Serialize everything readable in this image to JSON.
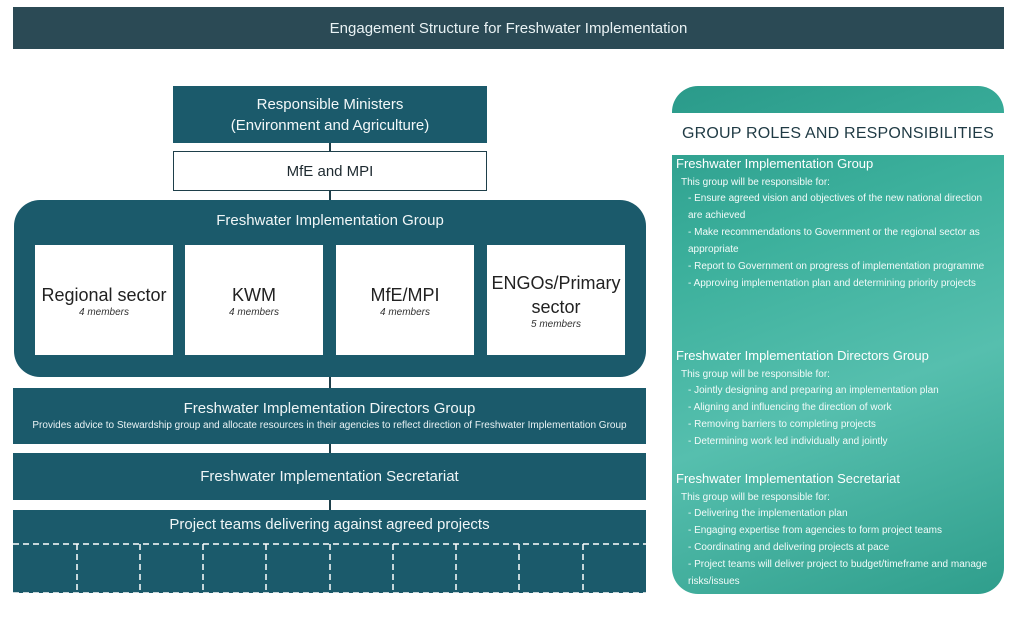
{
  "title": "Engagement Structure for Freshwater Implementation",
  "ministers": {
    "line1": "Responsible Ministers",
    "line2": "(Environment and Agriculture)"
  },
  "mfe_mpi": "MfE and MPI",
  "fig": {
    "title": "Freshwater Implementation Group",
    "members": [
      {
        "name": "Regional sector",
        "count": "4 members"
      },
      {
        "name": "KWM",
        "count": "4 members"
      },
      {
        "name": "MfE/MPI",
        "count": "4 members"
      },
      {
        "name": "ENGOs/Primary sector",
        "count": "5 members"
      }
    ]
  },
  "directors": {
    "title": "Freshwater Implementation Directors Group",
    "description": "Provides advice to Stewardship group and allocate resources in their agencies to reflect direction of Freshwater Implementation Group"
  },
  "secretariat": "Freshwater Implementation Secretariat",
  "projects": {
    "title": "Project teams delivering against agreed projects"
  },
  "roles": {
    "heading": "GROUP ROLES AND RESPONSIBILITIES",
    "sections": [
      {
        "title": "Freshwater Implementation Group",
        "intro": "This group will be responsible for:",
        "items": [
          "Ensure agreed vision and objectives of the new national direction are achieved",
          "Make recommendations to Government or the regional sector as appropriate",
          "Report to Government on progress of implementation programme",
          "Approving implementation plan and determining priority projects"
        ]
      },
      {
        "title": "Freshwater Implementation Directors Group",
        "intro": "This group will be responsible for:",
        "items": [
          "Jointly designing and preparing an implementation plan",
          "Aligning and influencing the direction of work",
          "Removing barriers to completing projects",
          "Determining work led individually and jointly"
        ]
      },
      {
        "title": "Freshwater Implementation Secretariat",
        "intro": "This group will be responsible for:",
        "items": [
          "Delivering the implementation plan",
          "Engaging expertise from agencies to form project teams",
          "Coordinating and delivering projects at pace",
          "Project teams will deliver project to budget/timeframe and manage risks/issues"
        ]
      }
    ]
  }
}
